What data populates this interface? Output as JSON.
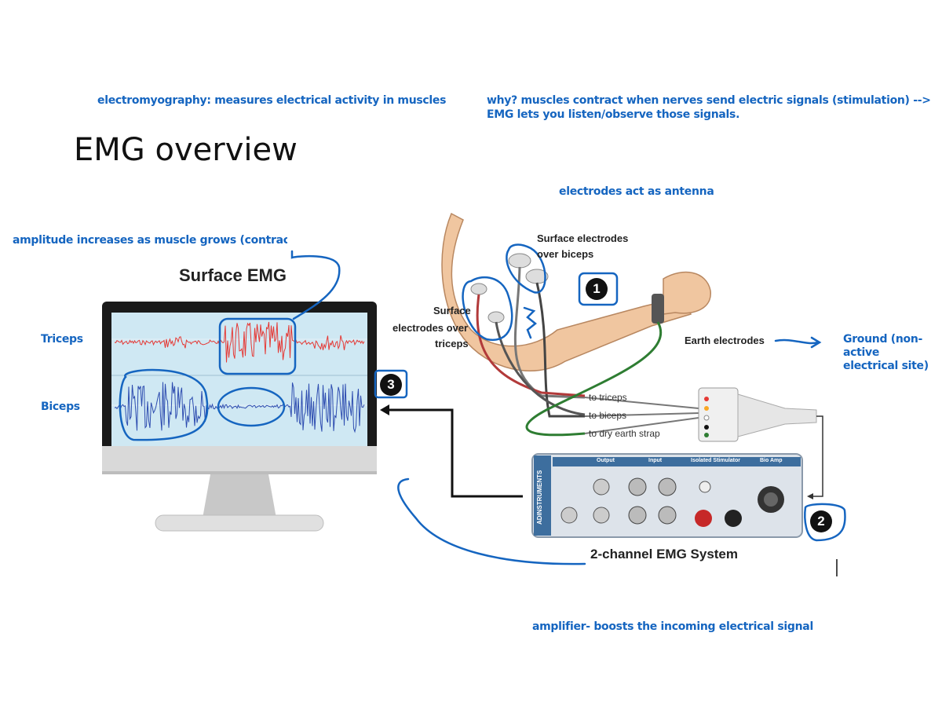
{
  "page": {
    "title": "EMG overview"
  },
  "notes": {
    "definition": "electromyography: measures electrical activity in muscles",
    "why_line1": "why? muscles contract when nerves send electric signals (stimulation) -->",
    "why_line2": "EMG lets you listen/observe those signals.",
    "antenna": "electrodes act as antenna",
    "amplitude": "amplitude increases as muscle grows (contrac",
    "triceps": "Triceps",
    "biceps": "Biceps",
    "ground_line1": "Ground (non-",
    "ground_line2": "active",
    "ground_line3": "electrical site)",
    "amplifier": "amplifier- boosts the incoming electrical signal"
  },
  "figure": {
    "surface_emg": "Surface EMG",
    "surface_over_biceps_1": "Surface electrodes",
    "surface_over_biceps_2": "over biceps",
    "surface_over_triceps_1": "Surface",
    "surface_over_triceps_2": "electrodes over",
    "surface_over_triceps_3": "triceps",
    "earth_electrodes": "Earth electrodes",
    "to_triceps": "to triceps",
    "to_biceps": "to biceps",
    "to_earth": "to dry earth strap",
    "system_label": "2-channel EMG System",
    "device_brand": "ADINSTRUMENTS",
    "device_sections": [
      "Output",
      "Input",
      "Isolated Stimulator",
      "Bio Amp"
    ],
    "badges": [
      "1",
      "2",
      "3"
    ]
  },
  "colors": {
    "annotation": "#1565c0",
    "triceps_signal": "#e53935",
    "biceps_signal": "#2e4db0",
    "screen_bg": "#cde7f2",
    "device_blue": "#3d6e9e"
  }
}
